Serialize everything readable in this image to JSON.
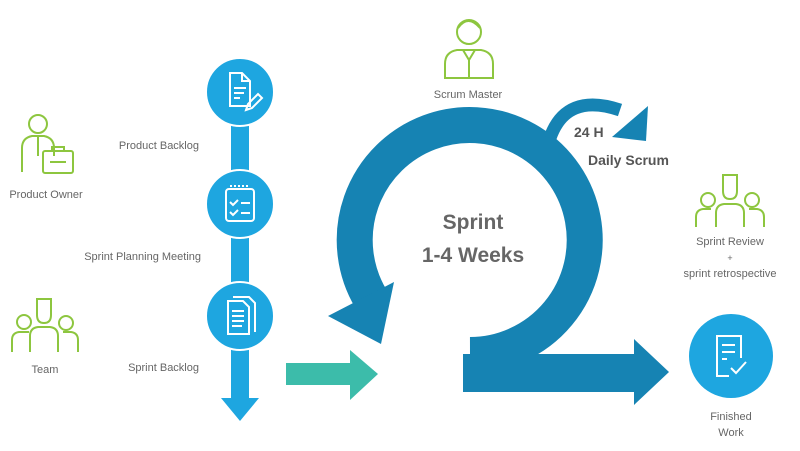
{
  "roles": {
    "product_owner": "Product Owner",
    "team": "Team",
    "scrum_master": "Scrum Master"
  },
  "stages": {
    "product_backlog": "Product Backlog",
    "sprint_planning": "Sprint Planning Meeting",
    "sprint_backlog": "Sprint Backlog"
  },
  "sprint": {
    "title": "Sprint",
    "duration": "1-4 Weeks",
    "cycle": "24 H",
    "daily": "Daily Scrum"
  },
  "review": {
    "line1": "Sprint Review",
    "plus": "+",
    "line2": "sprint retrospective"
  },
  "finished": {
    "line1": "Finished",
    "line2": "Work"
  },
  "colors": {
    "blue_light": "#1ea6e0",
    "blue_dark": "#1683b3",
    "teal": "#3cbcaa",
    "green": "#8dc63f",
    "text": "#666666"
  }
}
